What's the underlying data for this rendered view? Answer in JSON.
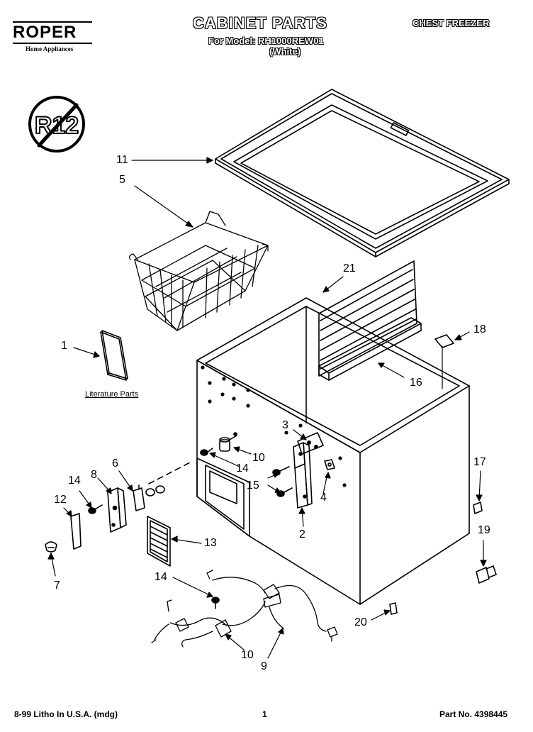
{
  "header": {
    "brand": "ROPER",
    "brand_sub": "Home Appliances",
    "title": "CABINET PARTS",
    "model_line": "For Model: RH1000REW01",
    "color_line": "(White)",
    "product": "CHEST FREEZER"
  },
  "badge": {
    "text": "R12",
    "icon": "no-r12-prohibition-icon"
  },
  "literature_label": "Literature Parts",
  "callouts": [
    "11",
    "5",
    "21",
    "18",
    "1",
    "16",
    "3",
    "10",
    "14",
    "15",
    "4",
    "6",
    "8",
    "14",
    "12",
    "17",
    "2",
    "13",
    "19",
    "7",
    "14",
    "20",
    "10",
    "9"
  ],
  "footer": {
    "left": "8-99 Litho In U.S.A. (mdg)",
    "center": "1",
    "right": "Part No. 4398445"
  }
}
